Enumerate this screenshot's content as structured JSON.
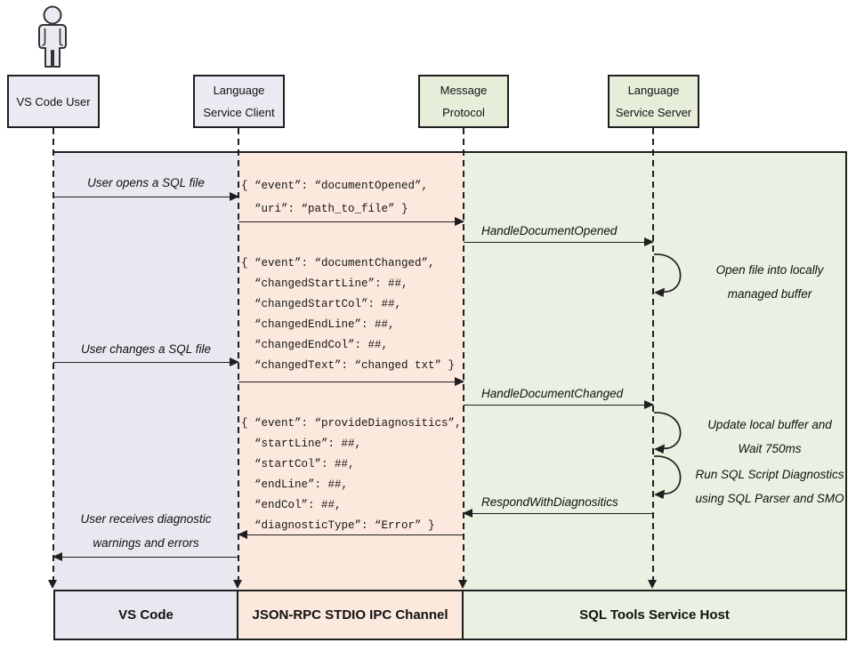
{
  "colors": {
    "lavender": "#e9e8f0",
    "lavenderBox": "#ebeaf2",
    "peach": "#fce9dd",
    "green": "#eaf1e2",
    "greenBox": "#e6eeda",
    "border": "#1f1f1f"
  },
  "actors": [
    {
      "label": "VS Code User"
    },
    {
      "label": "Language\nService Client"
    },
    {
      "label": "Message\nProtocol"
    },
    {
      "label": "Language\nService Server"
    }
  ],
  "messages": [
    {
      "label": "User opens a SQL file"
    },
    {
      "label": "HandleDocumentOpened"
    },
    {
      "label": "User changes a SQL file"
    },
    {
      "label": "HandleDocumentChanged"
    },
    {
      "label": "RespondWithDiagnositics"
    },
    {
      "label": "User receives diagnostic\nwarnings and errors"
    }
  ],
  "payloads": [
    {
      "text": "{ “event”: “documentOpened”,\n  “uri”: “path_to_file” }"
    },
    {
      "text": "{ “event”: “documentChanged”,\n  “changedStartLine”: ##,\n  “changedStartCol”: ##,\n  “changedEndLine”: ##,\n  “changedEndCol”: ##,\n  “changedText”: “changed txt” }"
    },
    {
      "text": "{ “event”: “provideDiagnositics”,\n  “startLine”: ##,\n  “startCol”: ##,\n  “endLine”: ##,\n  “endCol”: ##,\n  “diagnosticType”: “Error” }"
    }
  ],
  "notes": [
    {
      "text": "Open file into locally\nmanaged buffer"
    },
    {
      "text": "Update local buffer and\nWait 750ms"
    },
    {
      "text": "Run SQL Script Diagnostics\nusing SQL Parser and SMO"
    }
  ],
  "footers": [
    {
      "label": "VS Code"
    },
    {
      "label": "JSON-RPC STDIO IPC Channel"
    },
    {
      "label": "SQL Tools Service Host"
    }
  ]
}
